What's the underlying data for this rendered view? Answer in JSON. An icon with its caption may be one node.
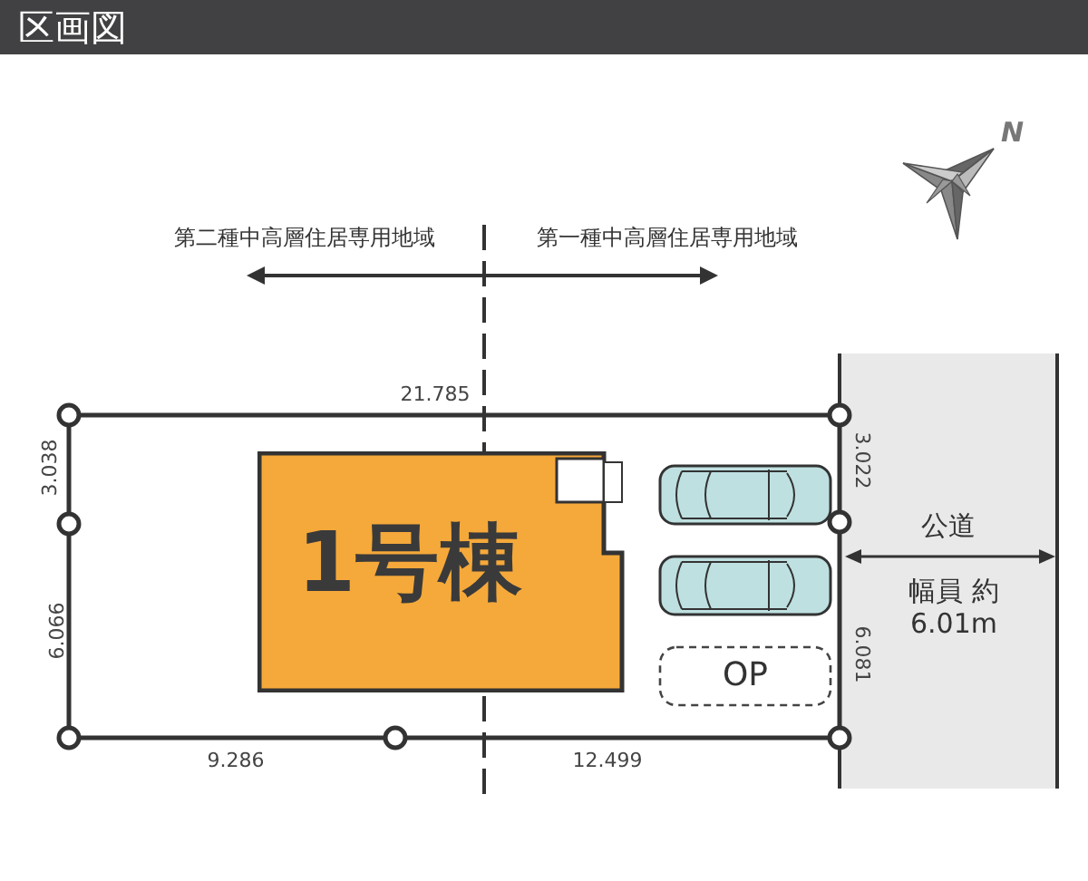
{
  "diagram": {
    "title": "区画図",
    "nodes": [
      {
        "text": [
          "1号棟"
        ]
      },
      {
        "text": [
          "OP"
        ]
      },
      {
        "text": [
          "公道",
          "幅員 約6.01m"
        ]
      }
    ],
    "labels": [
      "N",
      "第二種中高層住居専用地域",
      "第一種中高層住居専用地域",
      "21.785",
      "3.038",
      "3.022",
      "6.066",
      "6.081",
      "9.286",
      "12.499"
    ]
  }
}
